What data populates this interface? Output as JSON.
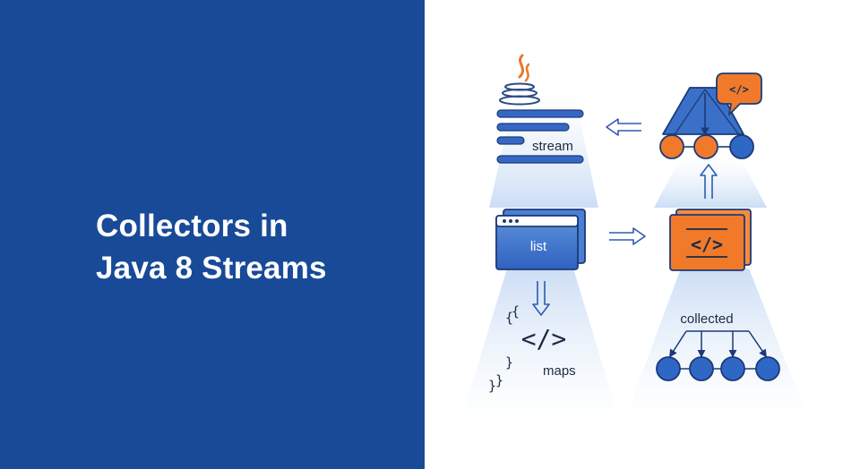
{
  "title": {
    "line1": "Collectors in",
    "line2": "Java 8 Streams"
  },
  "diagram": {
    "stream_label": "stream",
    "list_label": "list",
    "maps_label": "maps",
    "collected_label": "collected",
    "code_glyph": "</>",
    "code_bubble_glyph": "</>",
    "brace_open": "{",
    "brace_close": "}"
  },
  "colors": {
    "left_panel": "#184a98",
    "accent_blue": "#2f67c4",
    "accent_orange": "#f07a2a",
    "outline": "#1c3a78"
  },
  "icons": [
    "java-logo-icon",
    "code-bubble-icon",
    "browser-window-icon",
    "code-card-icon",
    "arrow-left-icon",
    "arrow-right-icon",
    "arrow-up-icon",
    "arrow-down-icon"
  ]
}
